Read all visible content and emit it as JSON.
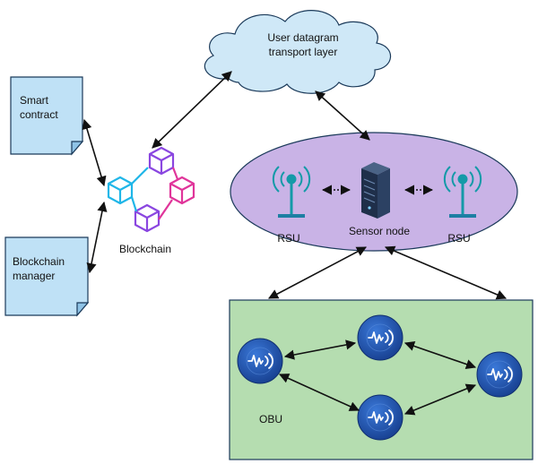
{
  "cloud": {
    "line1": "User datagram",
    "line2": "transport layer"
  },
  "notes": {
    "smart_contract": {
      "line1": "Smart",
      "line2": "contract"
    },
    "blockchain_manager": {
      "line1": "Blockchain",
      "line2": "manager"
    }
  },
  "blockchain": {
    "label": "Blockchain"
  },
  "sensor_cluster": {
    "rsu_left_label": "RSU",
    "sensor_node_label": "Sensor node",
    "rsu_right_label": "RSU"
  },
  "obu_group": {
    "label": "OBU"
  },
  "colors": {
    "cloud_fill": "#cfe8f7",
    "note_fill": "#bfe1f6",
    "ellipse_fill": "#c9b3e6",
    "obu_panel_fill": "#b5ddb0",
    "obu_node_fill": "#1f56b8",
    "cube_cyan": "#1fb6e8",
    "cube_purple": "#8a46e0",
    "cube_magenta": "#e0359a",
    "antenna_teal": "#149aa8",
    "server_dark": "#1f2f4a"
  },
  "icons": {
    "cloud": "cloud-shape",
    "note": "folded-note-icon",
    "blockchain": "blockchain-cubes-icon",
    "rsu": "antenna-tower-icon",
    "server": "server-tower-icon",
    "obu": "wireless-signal-icon"
  }
}
